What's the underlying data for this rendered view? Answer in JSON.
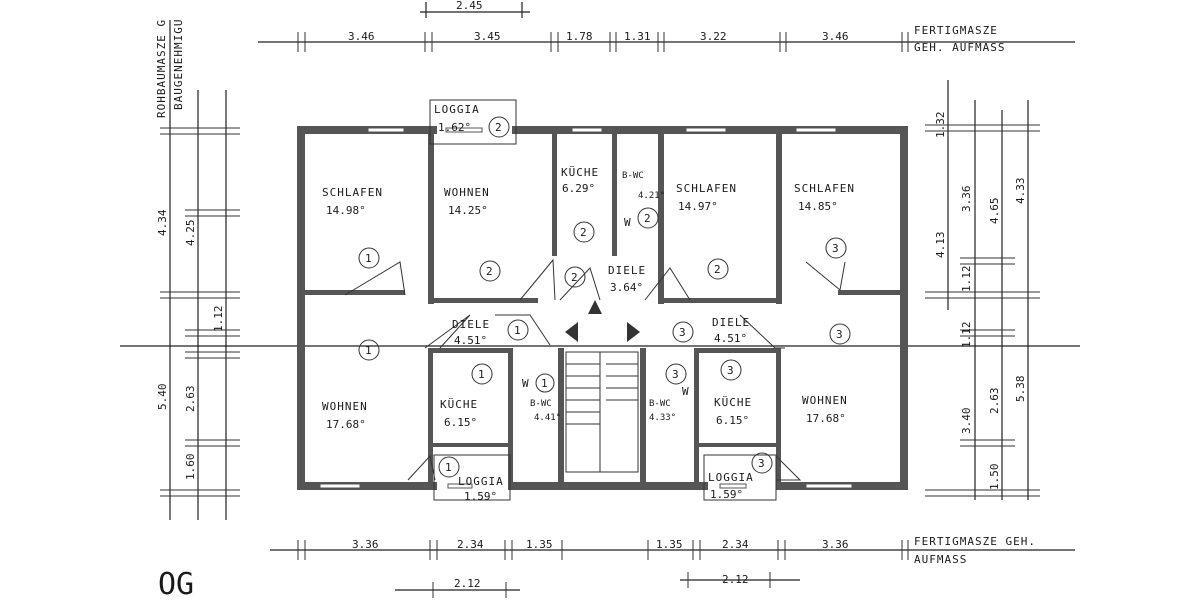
{
  "top_dims": [
    "3.46",
    "3.45",
    "1.78",
    "1.31",
    "3.22",
    "3.46"
  ],
  "top_partial": "2.45",
  "top_note_1": "FERTIGMASZE",
  "top_note_2": "GEH. AUFMASS",
  "bottom_dims": [
    "3.36",
    "2.34",
    "1.35",
    "1.35",
    "2.34",
    "3.36"
  ],
  "bottom_sub": [
    "2.12",
    "2.12"
  ],
  "bottom_note_1": "FERTIGMASZE  GEH.",
  "bottom_note_2": "AUFMASS",
  "left_vert_1": "ROHBAUMASZE G",
  "left_vert_2": "BAUGENEHMIGU",
  "left_dims": [
    "4.34",
    "5.40",
    "2.63",
    "1.60",
    "4.25",
    "1.12"
  ],
  "right_dims": [
    "1.32",
    "3.36",
    "4.13",
    "4.65",
    "4.33",
    "1.12",
    "1.12",
    "3.40",
    "2.63",
    "5.38",
    "1.50"
  ],
  "corner_note": "OG",
  "rooms": {
    "loggia_top": {
      "name": "LOGGIA",
      "area": "1.62°",
      "unit": "2"
    },
    "schlafen_1": {
      "name": "SCHLAFEN",
      "area": "14.98°",
      "unit": "1"
    },
    "wohnen_2": {
      "name": "WOHNEN",
      "area": "14.25°",
      "unit": "2"
    },
    "kueche_2": {
      "name": "KÜCHE",
      "area": "6.29°",
      "unit": "2"
    },
    "wc_2": {
      "name": "B-WC",
      "area": "4.21°",
      "unit": "2"
    },
    "schlafen_2": {
      "name": "SCHLAFEN",
      "area": "14.97°",
      "unit": "2"
    },
    "schlafen_3": {
      "name": "SCHLAFEN",
      "area": "14.85°",
      "unit": "3"
    },
    "diele_2": {
      "name": "DIELE",
      "area": "3.64°",
      "unit": "2"
    },
    "diele_1": {
      "name": "DIELE",
      "area": "4.51°",
      "unit": "1"
    },
    "diele_3": {
      "name": "DIELE",
      "area": "4.51°",
      "unit": "3"
    },
    "wohnen_1": {
      "name": "WOHNEN",
      "area": "17.68°",
      "unit": "1"
    },
    "kueche_1": {
      "name": "KÜCHE",
      "area": "6.15°",
      "unit": "1"
    },
    "wc_1": {
      "name": "B-WC",
      "area": "4.41°",
      "unit": "1"
    },
    "wc_3": {
      "name": "B-WC",
      "area": "4.33°",
      "unit": "3"
    },
    "kueche_3": {
      "name": "KÜCHE",
      "area": "6.15°",
      "unit": "3"
    },
    "wohnen_3": {
      "name": "WOHNEN",
      "area": "17.68°",
      "unit": "3"
    },
    "loggia_1": {
      "name": "LOGGIA",
      "area": "1.59°",
      "unit": "1"
    },
    "loggia_3": {
      "name": "LOGGIA",
      "area": "1.59°",
      "unit": "3"
    }
  },
  "wc_tag": "W",
  "colors": {
    "wall": "#555555",
    "line": "#222222",
    "paper": "#ffffff"
  }
}
